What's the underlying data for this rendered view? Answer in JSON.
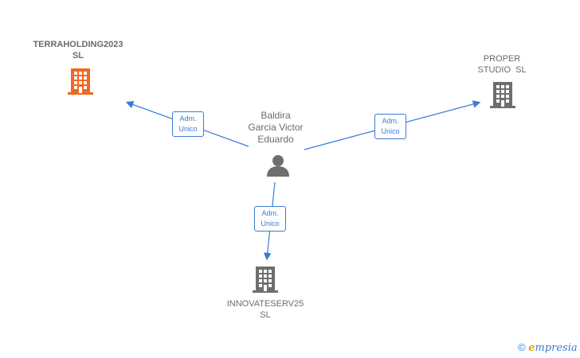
{
  "center_person": {
    "name_line1": "Baldira",
    "name_line2": "Garcia Victor",
    "name_line3": "Eduardo",
    "icon": "person-icon"
  },
  "companies": [
    {
      "line1": "TERRAHOLDING2023",
      "line2": "SL",
      "icon": "building-icon",
      "color": "#f26722"
    },
    {
      "line1": "PROPER",
      "line2": "STUDIO  SL",
      "icon": "building-icon",
      "color": "#6e6e6e"
    },
    {
      "line1": "INNOVATESERV25",
      "line2": "SL",
      "icon": "building-icon",
      "color": "#6e6e6e"
    }
  ],
  "relations": [
    {
      "line1": "Adm.",
      "line2": "Unico"
    },
    {
      "line1": "Adm.",
      "line2": "Unico"
    },
    {
      "line1": "Adm.",
      "line2": "Unico"
    }
  ],
  "colors": {
    "edge": "#3a7bd5",
    "highlight": "#f26722",
    "neutral": "#6e6e6e"
  },
  "watermark": {
    "copyright": "©",
    "brand_first": "e",
    "brand_rest": "mpresia"
  }
}
